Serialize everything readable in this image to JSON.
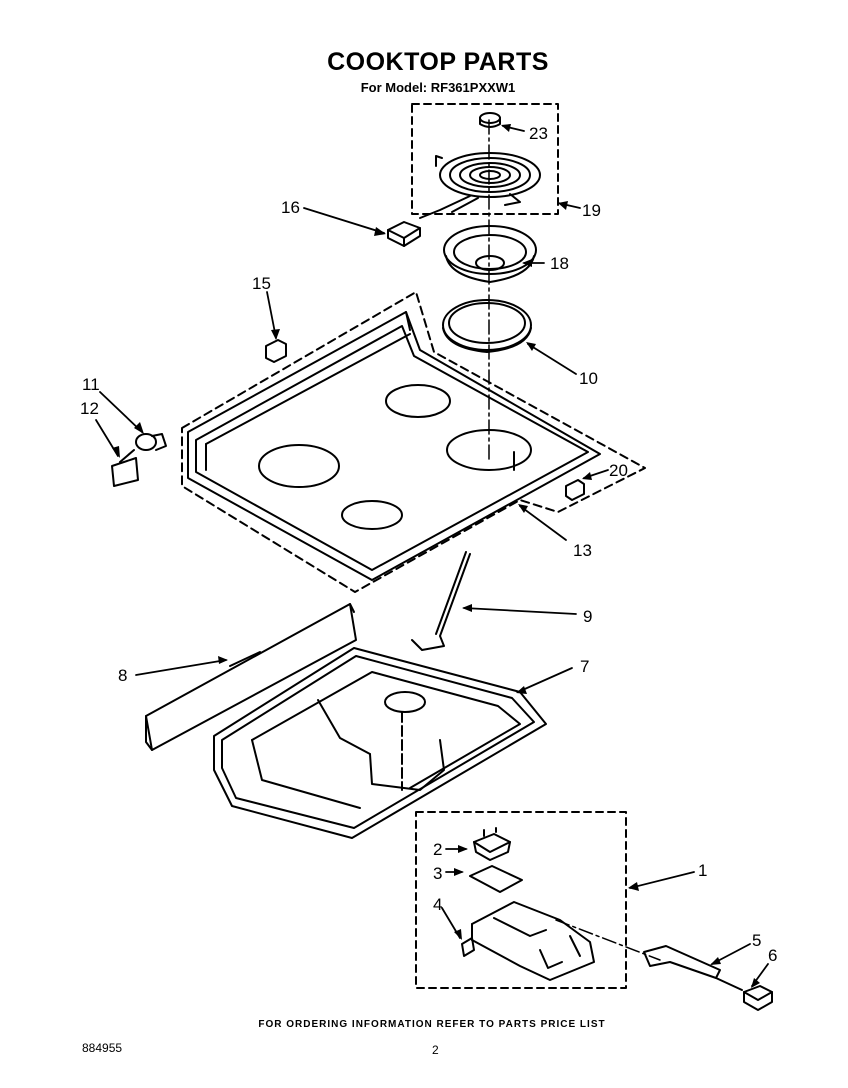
{
  "header": {
    "title": "COOKTOP PARTS",
    "model_line": "For Model: RF361PXXW1"
  },
  "callouts": [
    "1",
    "2",
    "3",
    "4",
    "5",
    "6",
    "7",
    "8",
    "9",
    "10",
    "11",
    "12",
    "13",
    "15",
    "16",
    "18",
    "19",
    "20",
    "23"
  ],
  "footer": {
    "ordering_note": "FOR ORDERING INFORMATION REFER TO PARTS PRICE LIST",
    "document_number": "884955",
    "page_number": "2"
  }
}
